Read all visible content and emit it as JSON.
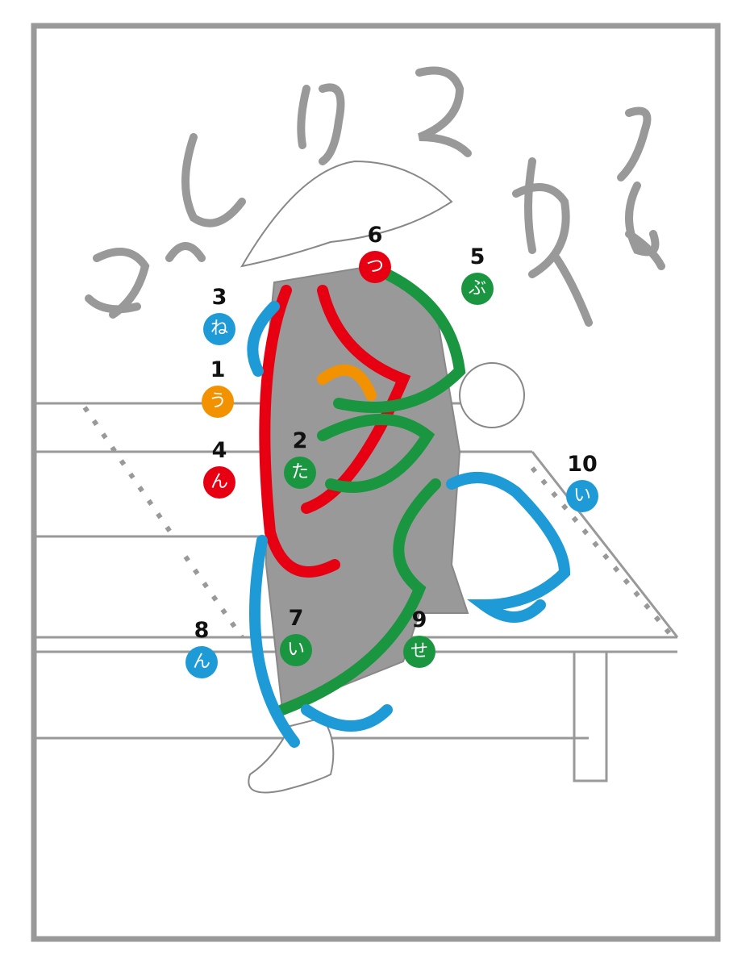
{
  "colors": {
    "orange": "#f39200",
    "green": "#1a9641",
    "blue": "#1e9bd7",
    "red": "#e60012",
    "gray": "#999999"
  },
  "labels": [
    {
      "number": "1",
      "kana": "う",
      "color": "#f39200"
    },
    {
      "number": "2",
      "kana": "た",
      "color": "#1a9641"
    },
    {
      "number": "3",
      "kana": "ね",
      "color": "#1e9bd7"
    },
    {
      "number": "4",
      "kana": "ん",
      "color": "#e60012"
    },
    {
      "number": "5",
      "kana": "ぶ",
      "color": "#1a9641"
    },
    {
      "number": "6",
      "kana": "つ",
      "color": "#e60012"
    },
    {
      "number": "7",
      "kana": "い",
      "color": "#1a9641"
    },
    {
      "number": "8",
      "kana": "ん",
      "color": "#1e9bd7"
    },
    {
      "number": "9",
      "kana": "せ",
      "color": "#1a9641"
    },
    {
      "number": "10",
      "kana": "い",
      "color": "#1e9bd7"
    }
  ]
}
